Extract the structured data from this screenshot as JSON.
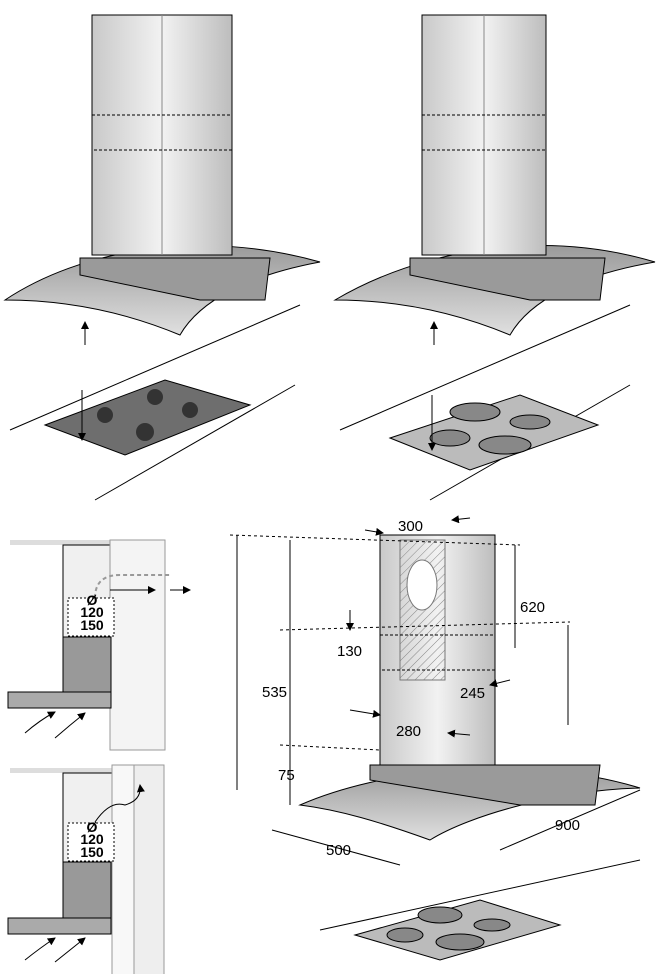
{
  "dimensions": {
    "chimney_width": "300",
    "upper_chimney_height": "620",
    "overlap": "130",
    "total_height": "535",
    "chimney_depth": "245",
    "lower_width": "280",
    "canopy_height": "75",
    "canopy_depth": "500",
    "canopy_width": "900"
  },
  "duct": {
    "symbol": "Ø",
    "size_small": "120",
    "size_large": "150"
  },
  "duct2": {
    "symbol": "Ø",
    "size_small": "120",
    "size_large": "150"
  }
}
